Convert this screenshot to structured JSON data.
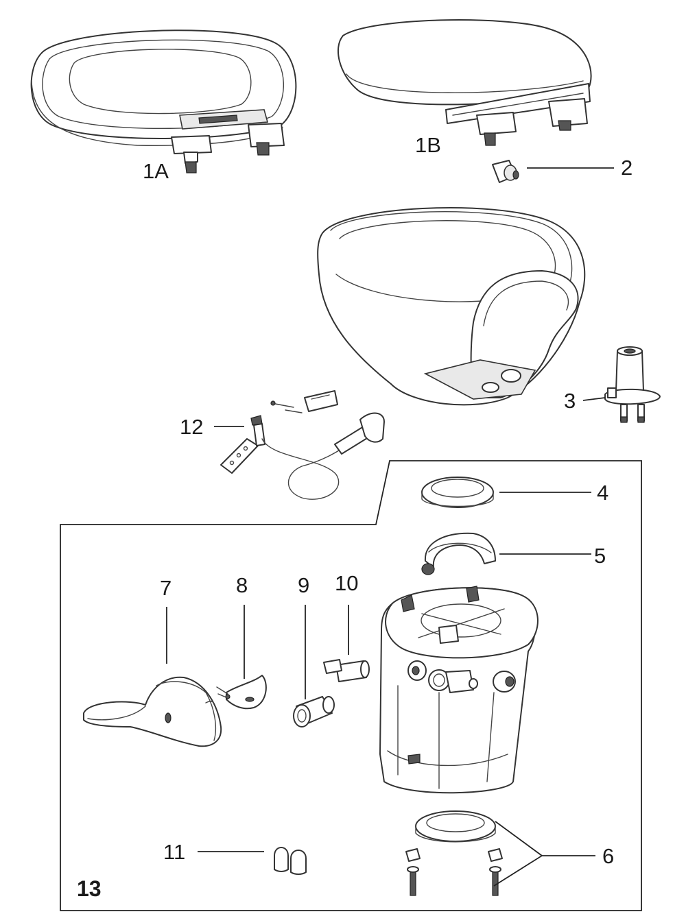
{
  "callouts": {
    "c1A": "1A",
    "c1B": "1B",
    "c2": "2",
    "c3": "3",
    "c4": "4",
    "c5": "5",
    "c6": "6",
    "c7": "7",
    "c8": "8",
    "c9": "9",
    "c10": "10",
    "c11": "11",
    "c12": "12",
    "c13": "13"
  },
  "colors": {
    "line": "#333333",
    "background": "#ffffff"
  }
}
